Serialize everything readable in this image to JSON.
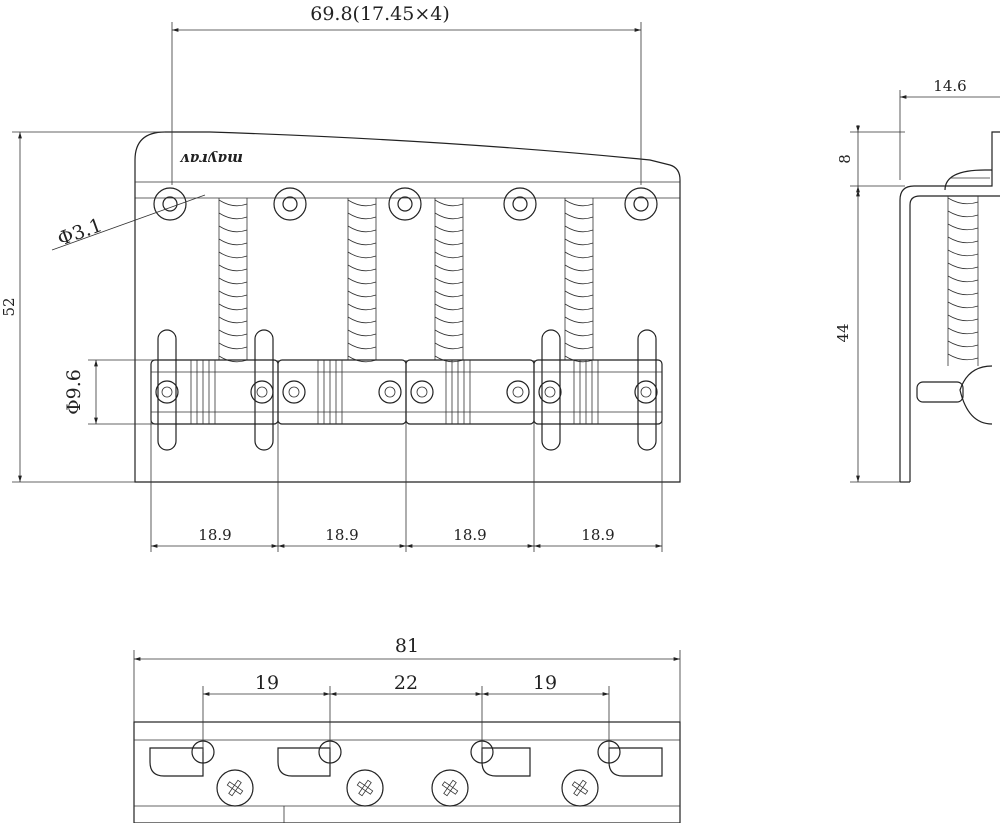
{
  "front_view": {
    "top_span": "69.8(17.45×4)",
    "height": "52",
    "hole_diameter": "Φ3.1",
    "saddle_diameter": "Φ9.6",
    "saddle_spacing": [
      "18.9",
      "18.9",
      "18.9",
      "18.9"
    ],
    "logo_text": "ᴧɐɹʎɐɯ"
  },
  "side_view": {
    "width": "14.6",
    "lip_height": "8",
    "body_height": "44"
  },
  "bottom_view": {
    "overall_width": "81",
    "spacings": [
      "19",
      "22",
      "19"
    ]
  },
  "colors": {
    "line": "#222222",
    "background": "#ffffff"
  }
}
